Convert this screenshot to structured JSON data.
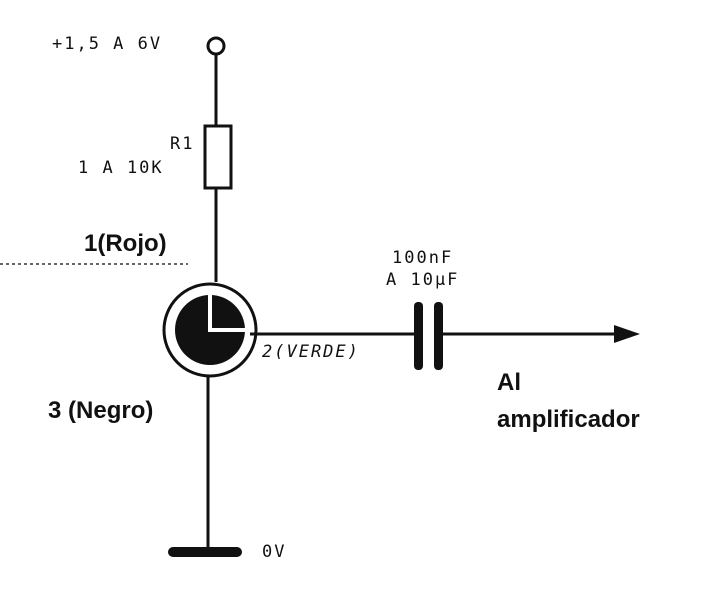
{
  "supply_label": "+1,5 A 6V",
  "resistor": {
    "name": "R1",
    "value": "1 A 10K"
  },
  "terminal_1": "1(Rojo)",
  "terminal_2": "2(VERDE)",
  "terminal_3": "3 (Negro)",
  "capacitor": {
    "line1": "100nF",
    "line2": "A 10µF"
  },
  "output": {
    "line1": "Al",
    "line2": "amplificador"
  },
  "ground_label": "0V"
}
